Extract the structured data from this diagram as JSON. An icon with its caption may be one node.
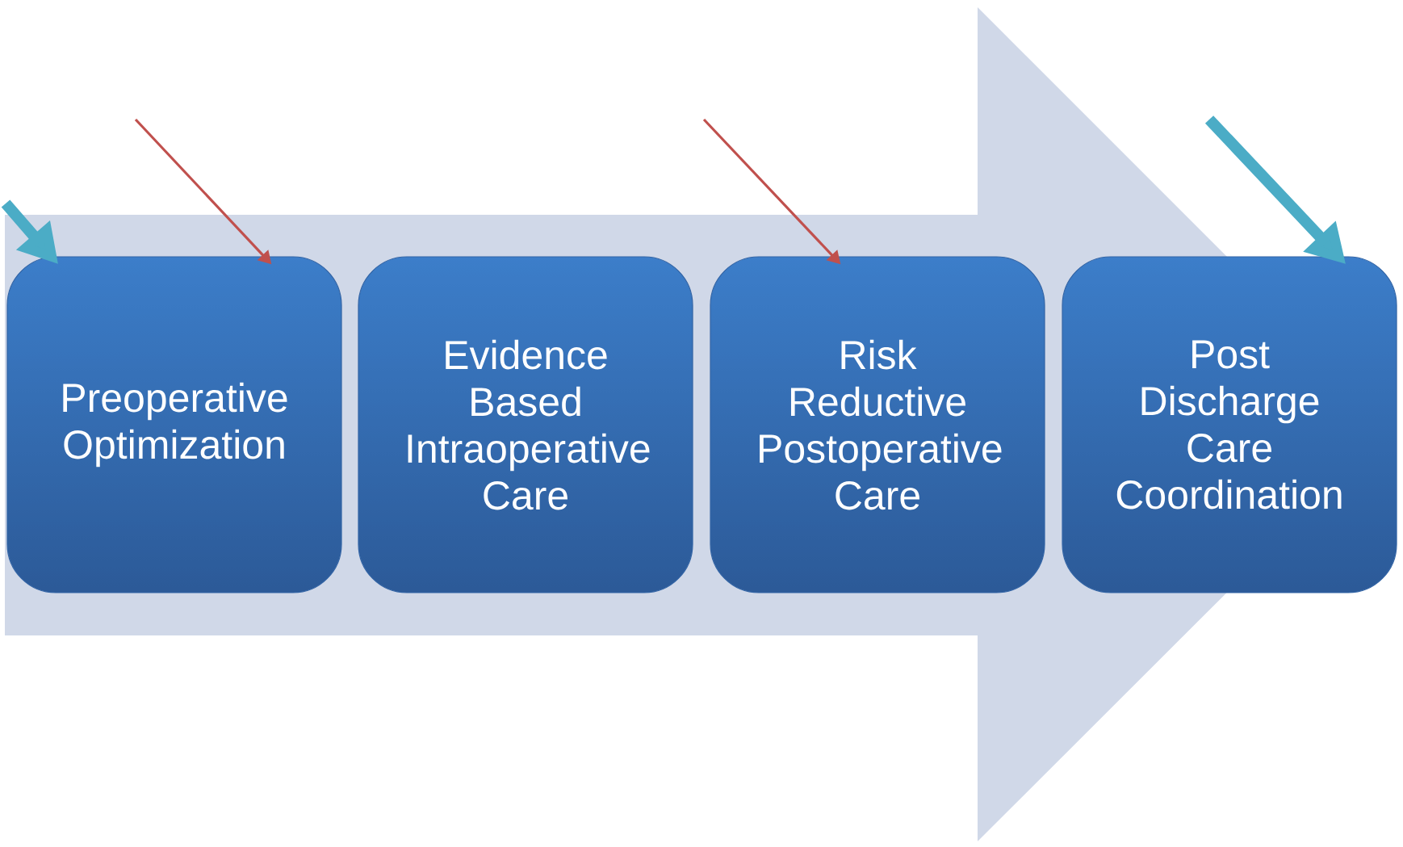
{
  "diagram": {
    "nodes": [
      {
        "text": [
          "Preoperative Optimization"
        ]
      },
      {
        "text": [
          "Evidence Based Intraoperative Care"
        ]
      },
      {
        "text": [
          "Risk Reductive Postoperative Care"
        ]
      },
      {
        "text": [
          "Post Discharge Care Coordination"
        ]
      }
    ],
    "edges": [
      {
        "from": null,
        "to": 0,
        "arrow": "to",
        "style": "thick",
        "color": "#4bacc6"
      },
      {
        "from": null,
        "to": 0,
        "arrow": "to",
        "color": "#c0504d"
      },
      {
        "from": null,
        "to": 2,
        "arrow": "to",
        "color": "#c0504d"
      },
      {
        "from": null,
        "to": 3,
        "arrow": "to",
        "style": "thick",
        "color": "#4bacc6"
      },
      {
        "from": 0,
        "to": 3,
        "arrow": "to",
        "color": "#d0d8e8"
      }
    ]
  }
}
